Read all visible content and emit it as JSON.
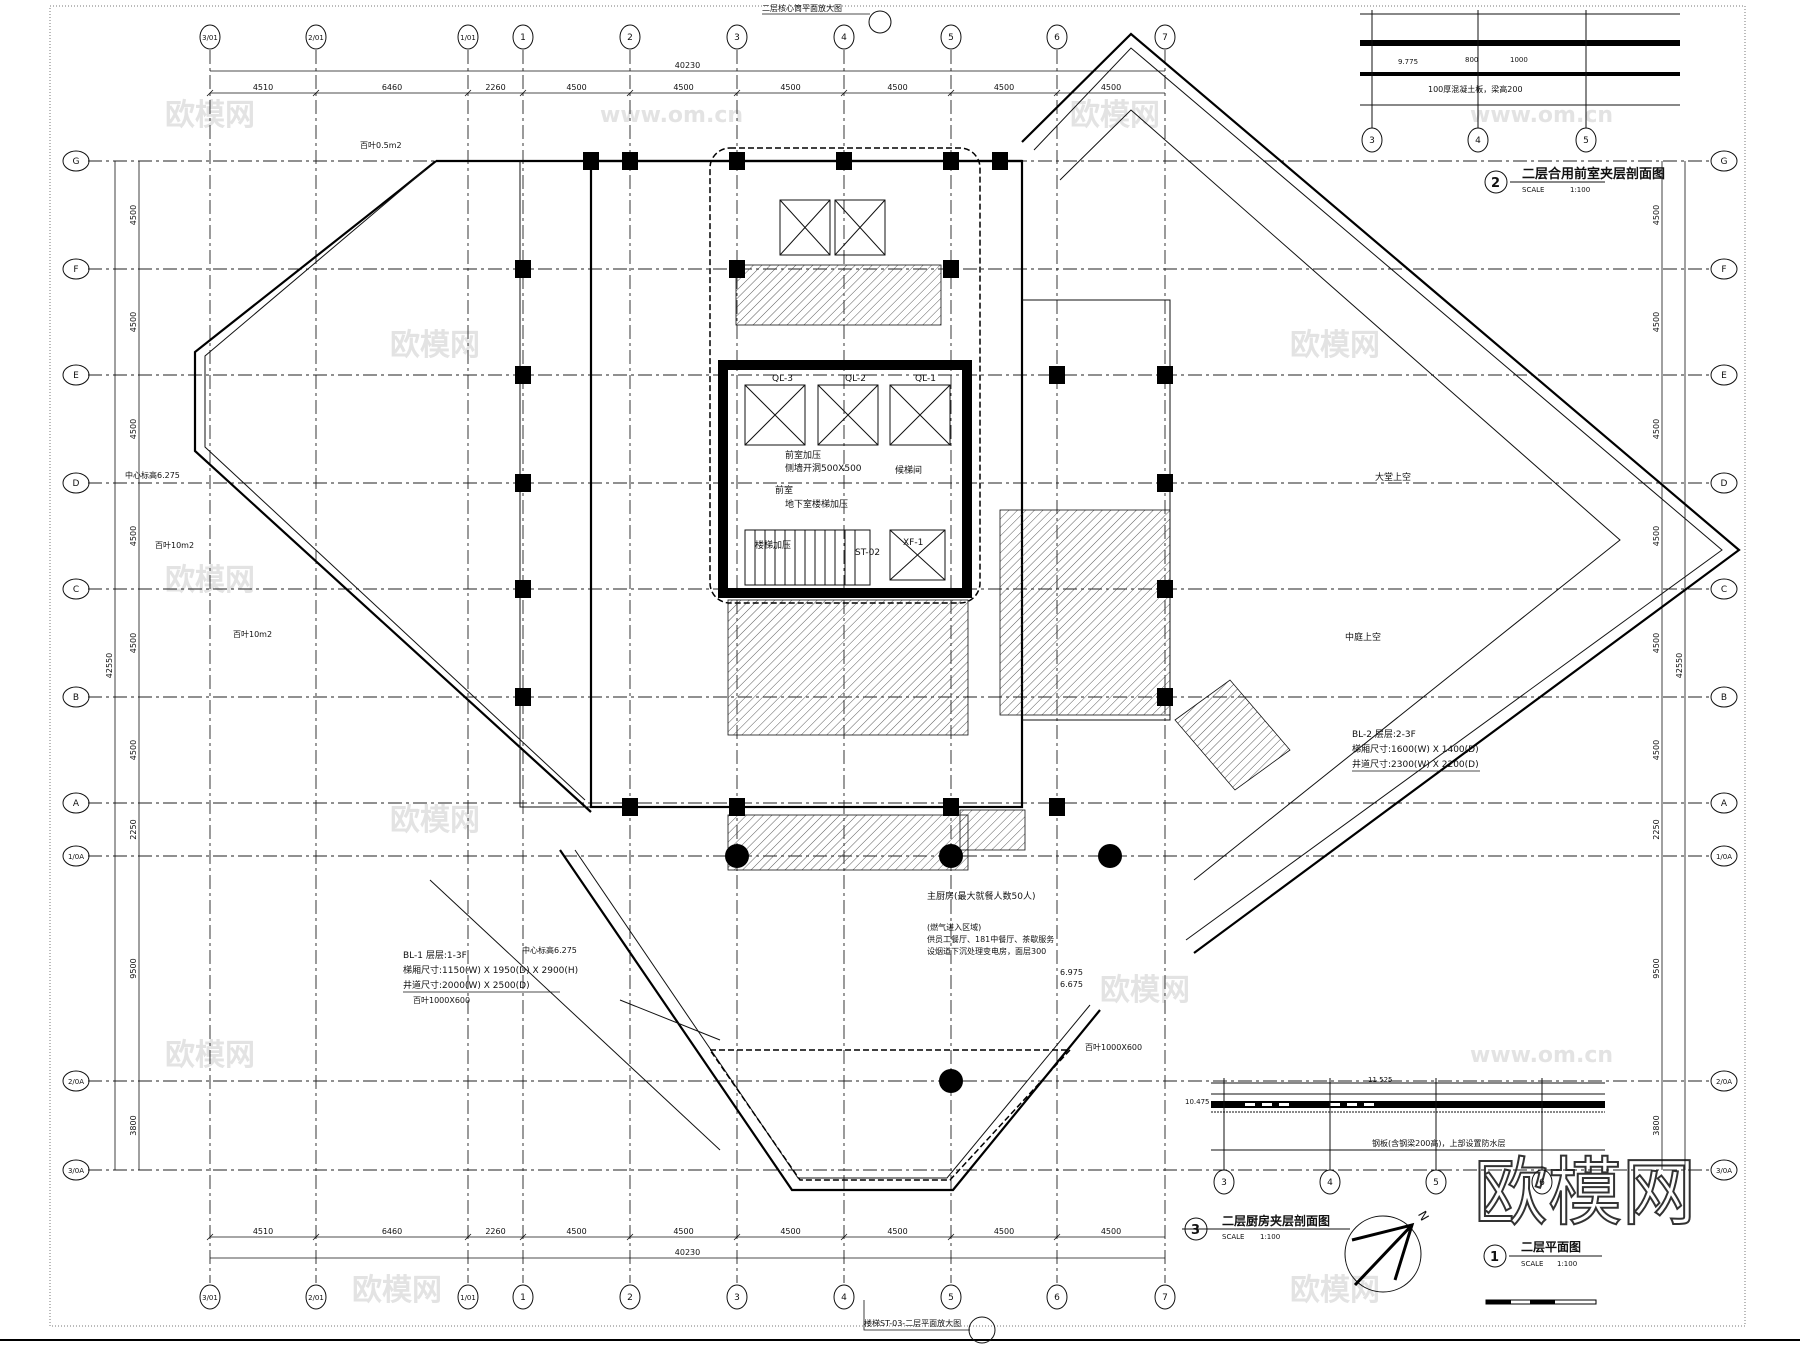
{
  "drawing": {
    "column_axes": [
      "3/01",
      "2/01",
      "1/01",
      "1",
      "2",
      "3",
      "4",
      "5",
      "6",
      "7"
    ],
    "row_axes": [
      "G",
      "F",
      "E",
      "D",
      "C",
      "B",
      "A",
      "1/0A",
      "2/0A",
      "3/0A"
    ],
    "column_dims": [
      "4510",
      "6460",
      "2260",
      "4500",
      "4500",
      "4500",
      "4500",
      "4500",
      "4500"
    ],
    "column_total": "40230",
    "row_dims": [
      "4500",
      "4500",
      "4500",
      "4500",
      "4500",
      "4500",
      "2250",
      "9500",
      "3800"
    ],
    "row_total": "42550"
  },
  "titles": {
    "plan": {
      "number": "1",
      "title": "二层平面图",
      "scale_label": "SCALE",
      "scale": "1:100"
    },
    "section2": {
      "number": "2",
      "title": "二层合用前室夹层剖面图",
      "scale_label": "SCALE",
      "scale": "1:100"
    },
    "section3": {
      "number": "3",
      "title": "二层厨房夹层剖面图",
      "scale_label": "SCALE",
      "scale": "1:100"
    }
  },
  "section2": {
    "axes": [
      "3",
      "4",
      "5"
    ],
    "level": "9.775",
    "note": "100厚混凝土板，梁高200",
    "dims": [
      "800",
      "1000"
    ]
  },
  "section3": {
    "axes": [
      "3",
      "4",
      "5",
      "6"
    ],
    "level_left": "10.475",
    "level_top": "11.525",
    "note": "钢板(含钢梁200高)，上部设置防水层"
  },
  "references": {
    "top": "二层核心筒平面放大图",
    "bottom": "楼梯ST-03-二层平面放大图"
  },
  "rooms": {
    "kitchen": "主厨房(最大就餐人数50人)",
    "kitchen_note1": "(燃气进入区域)",
    "kitchen_note2": "供员工餐厅、181中餐厅、茶歇服务",
    "kitchen_note3": "设烟道下沉处理变电房，面层300",
    "front_room": "前室加压",
    "wall_opening": "侧墙开洞500X500",
    "anteroom": "前室",
    "basement_stair": "地下室楼梯加压",
    "lift_lobby": "候梯间",
    "stair_press": "楼梯加压",
    "lift1": "QL-3",
    "lift2": "QL-2",
    "lift3": "QL-1",
    "fire_lift": "XF-1",
    "stair_tag": "ST-02",
    "louver": "百叶0.5m2",
    "louver2": "百叶10m2",
    "louver3": "百叶1000X600",
    "void1": "大堂上空",
    "void2": "中庭上空",
    "level_6975": "6.975",
    "level_6675": "6.675"
  },
  "notes": {
    "bl1_line1": "BL-1  层层:1-3F",
    "bl1_line2": "梯厢尺寸:1150(W) X 1950(D) X 2900(H)",
    "bl1_line3": "井道尺寸:2000(W) X 2500(D)",
    "bl2_line1": "BL-2  层层:2-3F",
    "bl2_line2": "梯厢尺寸:1600(W) X 1400(D)",
    "bl2_line3": "井道尺寸:2300(W) X 2200(D)",
    "smoke_pipe": "中心标高6.275"
  },
  "watermark": {
    "logo": "欧模网",
    "url": "www.om.cn"
  },
  "north_label": "N"
}
